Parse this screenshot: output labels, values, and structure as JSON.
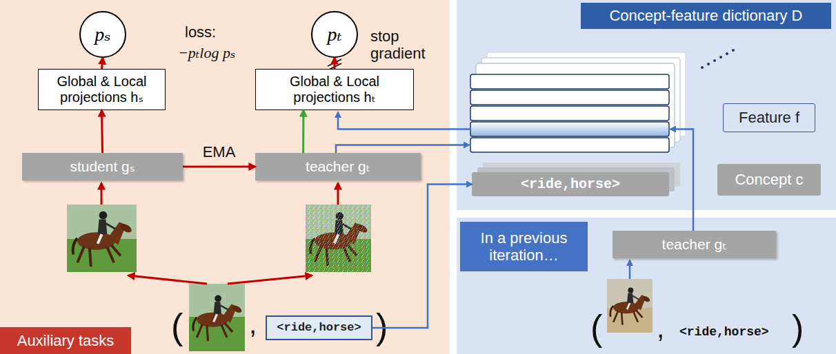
{
  "diagram": {
    "nodes": [
      {
        "text": [
          "pₛ"
        ]
      },
      {
        "text": [
          "pₜ"
        ]
      },
      {
        "text": [
          "Global & Local projections hₛ"
        ]
      },
      {
        "text": [
          "Global & Local projections hₜ"
        ]
      },
      {
        "text": [
          "student gₛ"
        ]
      },
      {
        "text": [
          "teacher gₜ"
        ]
      },
      {
        "text": [
          "<ride,horse>"
        ]
      },
      {
        "text": [
          "Concept-feature dictionary D"
        ]
      },
      {
        "text": [
          "<ride,horse>"
        ]
      },
      {
        "text": [
          "Feature f"
        ]
      },
      {
        "text": [
          "Concept c"
        ]
      },
      {
        "text": [
          "In a previous iteration…"
        ]
      },
      {
        "text": [
          "teacher gₜ"
        ]
      },
      {
        "text": [
          "Auxiliary tasks"
        ]
      }
    ],
    "edges": [
      {
        "from": 4,
        "to": 2,
        "arrow": "to"
      },
      {
        "from": 2,
        "to": 0,
        "arrow": "to"
      },
      {
        "from": 4,
        "to": 5,
        "label": "EMA",
        "arrow": "to"
      },
      {
        "from": 5,
        "to": 3,
        "arrow": "to"
      },
      {
        "from": 3,
        "to": 1,
        "arrow": "to"
      },
      {
        "from": 6,
        "to": 8,
        "arrow": "to"
      }
    ],
    "labels": [
      "loss:",
      "−pₜlog pₛ",
      "stop gradient",
      "(",
      ",",
      ")",
      "(",
      ",",
      "<ride,horse>",
      ")"
    ]
  }
}
